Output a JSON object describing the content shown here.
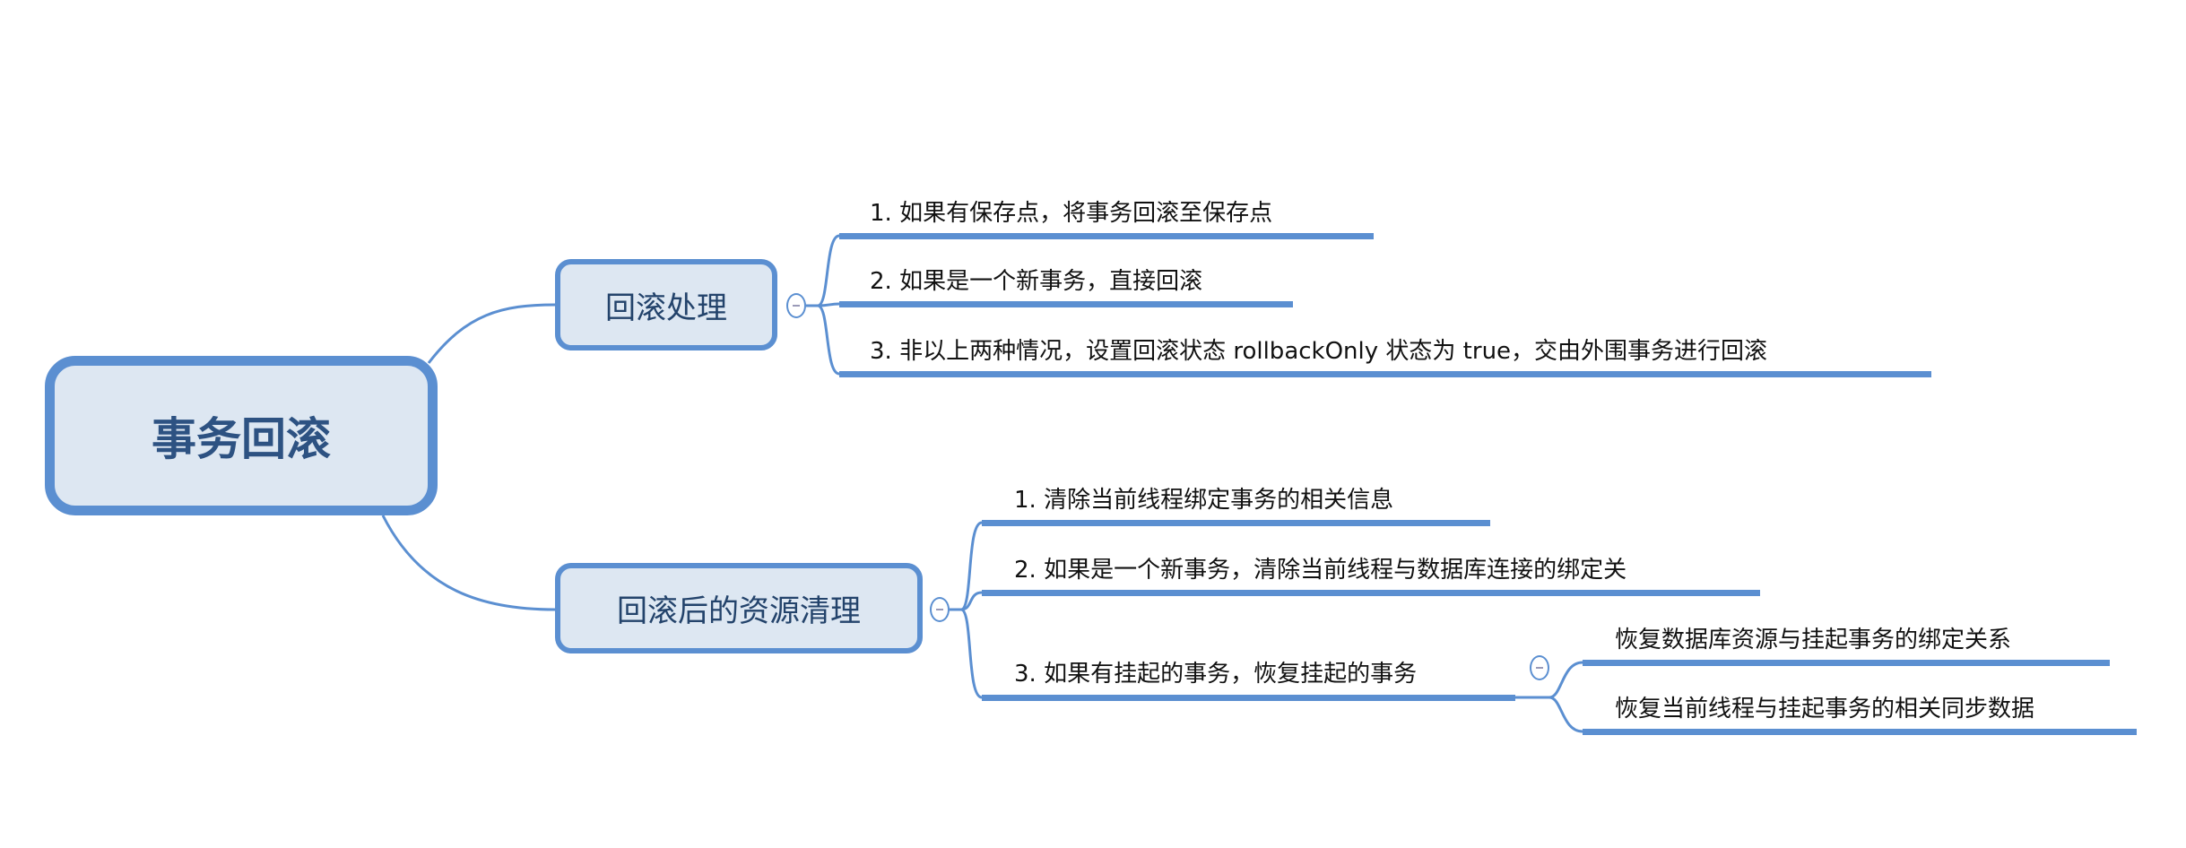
{
  "root": {
    "label": "事务回滚"
  },
  "branches": [
    {
      "label": "回滚处理",
      "children": [
        {
          "label": "1. 如果有保存点，将事务回滚至保存点"
        },
        {
          "label": "2. 如果是一个新事务，直接回滚"
        },
        {
          "label": "3. 非以上两种情况，设置回滚状态 rollbackOnly 状态为 true，交由外围事务进行回滚"
        }
      ]
    },
    {
      "label": "回滚后的资源清理",
      "children": [
        {
          "label": "1. 清除当前线程绑定事务的相关信息"
        },
        {
          "label": "2. 如果是一个新事务，清除当前线程与数据库连接的绑定关"
        },
        {
          "label": "3. 如果有挂起的事务，恢复挂起的事务",
          "children": [
            {
              "label": "恢复数据库资源与挂起事务的绑定关系"
            },
            {
              "label": "恢复当前线程与挂起事务的相关同步数据"
            }
          ]
        }
      ]
    }
  ],
  "colors": {
    "line": "#5b8fd1",
    "fill": "#dde7f2",
    "text": "#23436b"
  }
}
